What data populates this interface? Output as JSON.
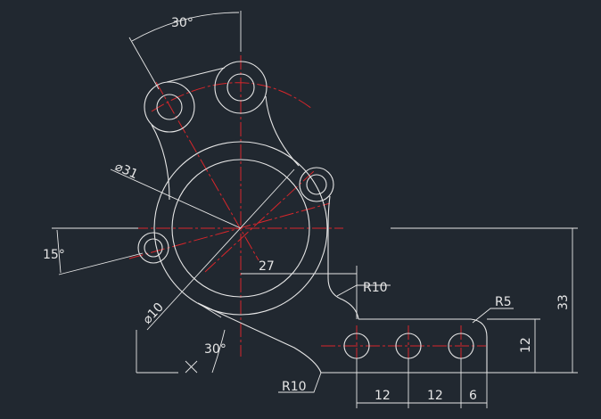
{
  "drawing": {
    "background": "#212830",
    "geometry_color": "#e6e6e6",
    "centerline_color": "#d9262b",
    "dimensions": {
      "angle_top": "30°",
      "diameter_large": "⌀31",
      "angle_left": "15°",
      "radius_27": "27",
      "fillet_r10_upper": "R10",
      "diameter_small": "⌀10",
      "angle_bottom": "30°",
      "fillet_r10_lower": "R10",
      "fillet_r5": "R5",
      "height_12": "12",
      "height_33": "33",
      "spacing_1": "12",
      "spacing_2": "12",
      "spacing_3": "6"
    }
  }
}
